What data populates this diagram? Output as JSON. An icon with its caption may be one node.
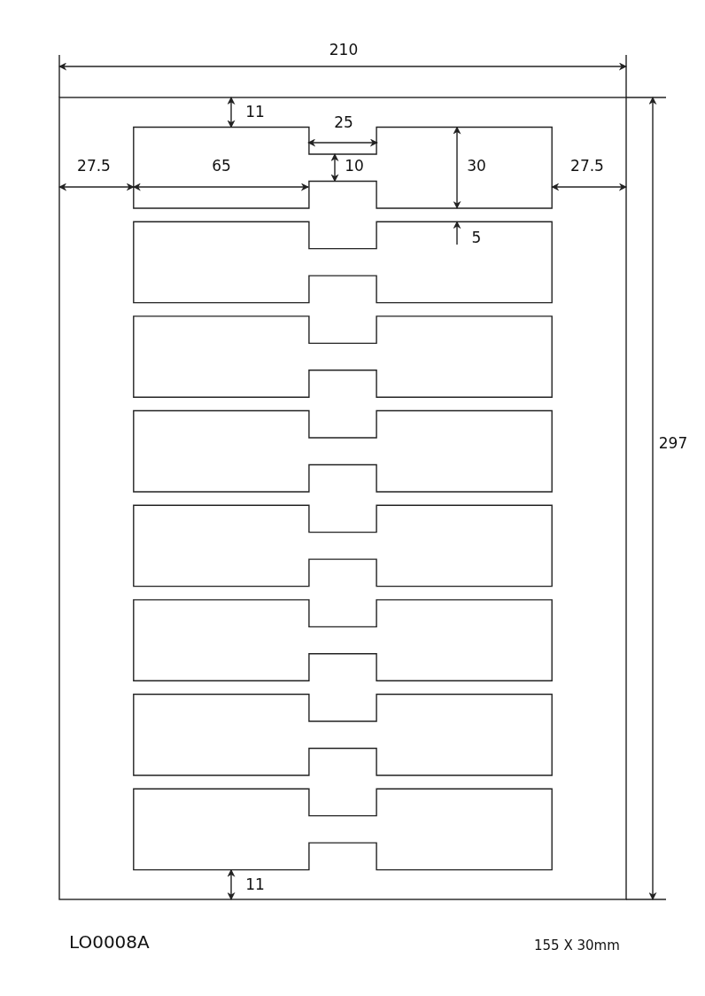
{
  "diagram": {
    "labels": [
      "210",
      "11",
      "25",
      "27.5",
      "65",
      "10",
      "30",
      "27.5",
      "5",
      "297",
      "11",
      "LO0008A",
      "155 X 30mm"
    ]
  }
}
